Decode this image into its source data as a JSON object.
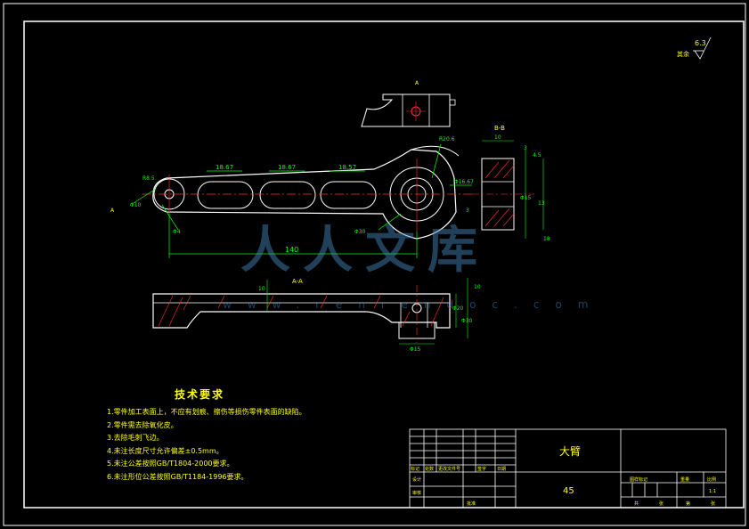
{
  "roughness": {
    "value": "6.3",
    "label": "其余"
  },
  "views": {
    "top_view_label": "A",
    "section_bb": "B-B",
    "section_aa": "A-A",
    "side_a": "A"
  },
  "dims": {
    "slot1": "18.67",
    "slot2": "18.67",
    "slot3": "18.57",
    "length": "140",
    "left_dia": "Φ10",
    "left_r": "R8.5",
    "right_dia": "Φ30",
    "right_bore": "Φ16.67",
    "right_r": "R20.6",
    "left_small": "Φ4",
    "bb_top": "10",
    "bb_a": "3",
    "bb_b": "4.5",
    "bb_phi": "Φ15",
    "bb_h": "13",
    "bb_d": "3",
    "bb_t": "18",
    "aa_h1": "10",
    "aa_h2": "10",
    "aa_phi30": "Φ30",
    "aa_phi20": "Φ20",
    "aa_phi": "Φ15"
  },
  "tech_requirements": {
    "title": "技术要求",
    "items": [
      "1.零件加工表面上，不应有划痕、擦伤等损伤零件表面的缺陷。",
      "2.零件需去除氧化皮。",
      "3.去除毛刺飞边。",
      "4.未注长度尺寸允许偏差±0.5mm。",
      "5.未注公差按照GB/T1804-2000要求。",
      "6.未注形位公差按照GB/T1184-1996要求。"
    ]
  },
  "title_block": {
    "part_name": "大臂",
    "material": "45",
    "header_labels": [
      "标记",
      "处数",
      "更改文件号",
      "签字",
      "日期"
    ],
    "row_labels": [
      "设计",
      "审核",
      "批准"
    ],
    "right_labels": [
      "图样标记",
      "重量",
      "比例"
    ],
    "scale": "1:1",
    "sheet_labels": [
      "共",
      "张",
      "第",
      "张"
    ]
  },
  "watermark": {
    "brand": "人人文库",
    "url": "www.renrendoc.com"
  }
}
